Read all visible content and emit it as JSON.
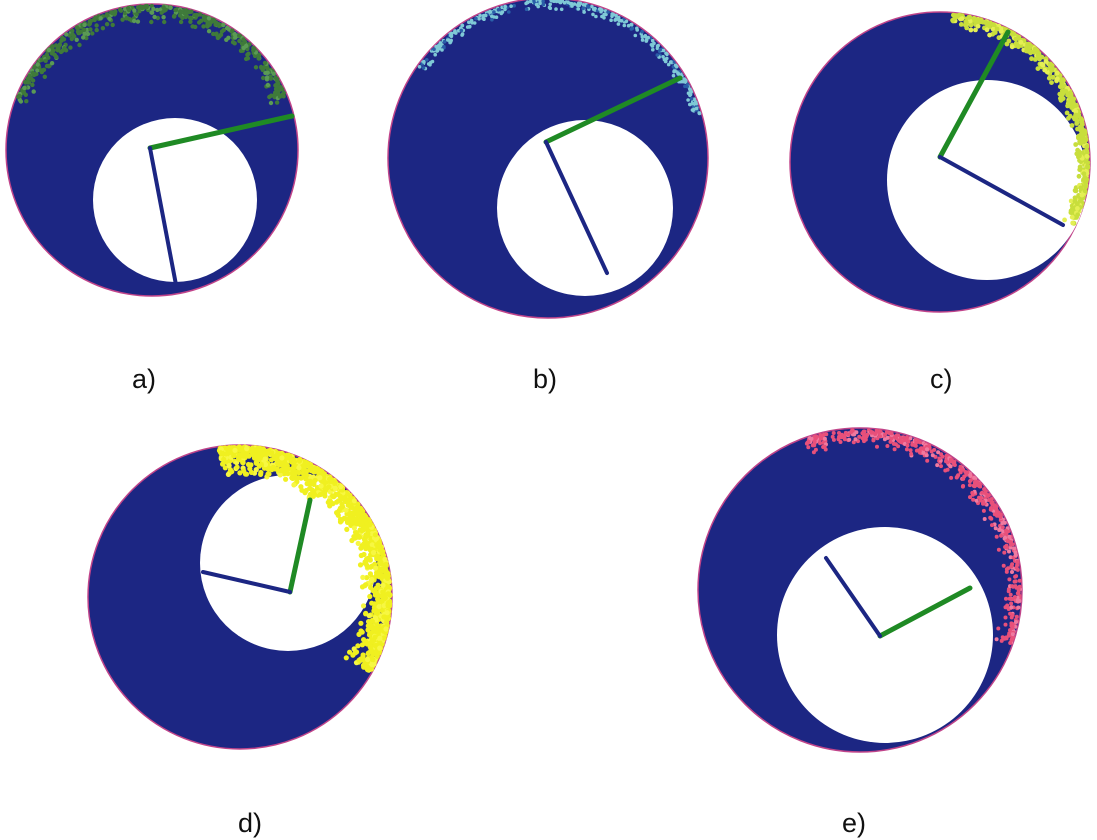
{
  "panels": [
    {
      "label": "a)",
      "particle_color": "#3f7a3a",
      "particle_highlight": "#5a9a55"
    },
    {
      "label": "b)",
      "particle_color": "#7fc9d6",
      "particle_highlight": "#2a5fa8"
    },
    {
      "label": "c)",
      "particle_color": "#c8de3c",
      "particle_highlight": "#e4ef54"
    },
    {
      "label": "d)",
      "particle_color": "#f0f020",
      "particle_highlight": "#f7f742"
    },
    {
      "label": "e)",
      "particle_color": "#e8507a",
      "particle_highlight": "#f07aa0"
    }
  ],
  "colors": {
    "drum": "#1c2683",
    "drum_edge": "#c0448a",
    "inner_hole": "#ffffff",
    "arm_green": "#1f8a24",
    "arm_blue": "#1c2683"
  }
}
